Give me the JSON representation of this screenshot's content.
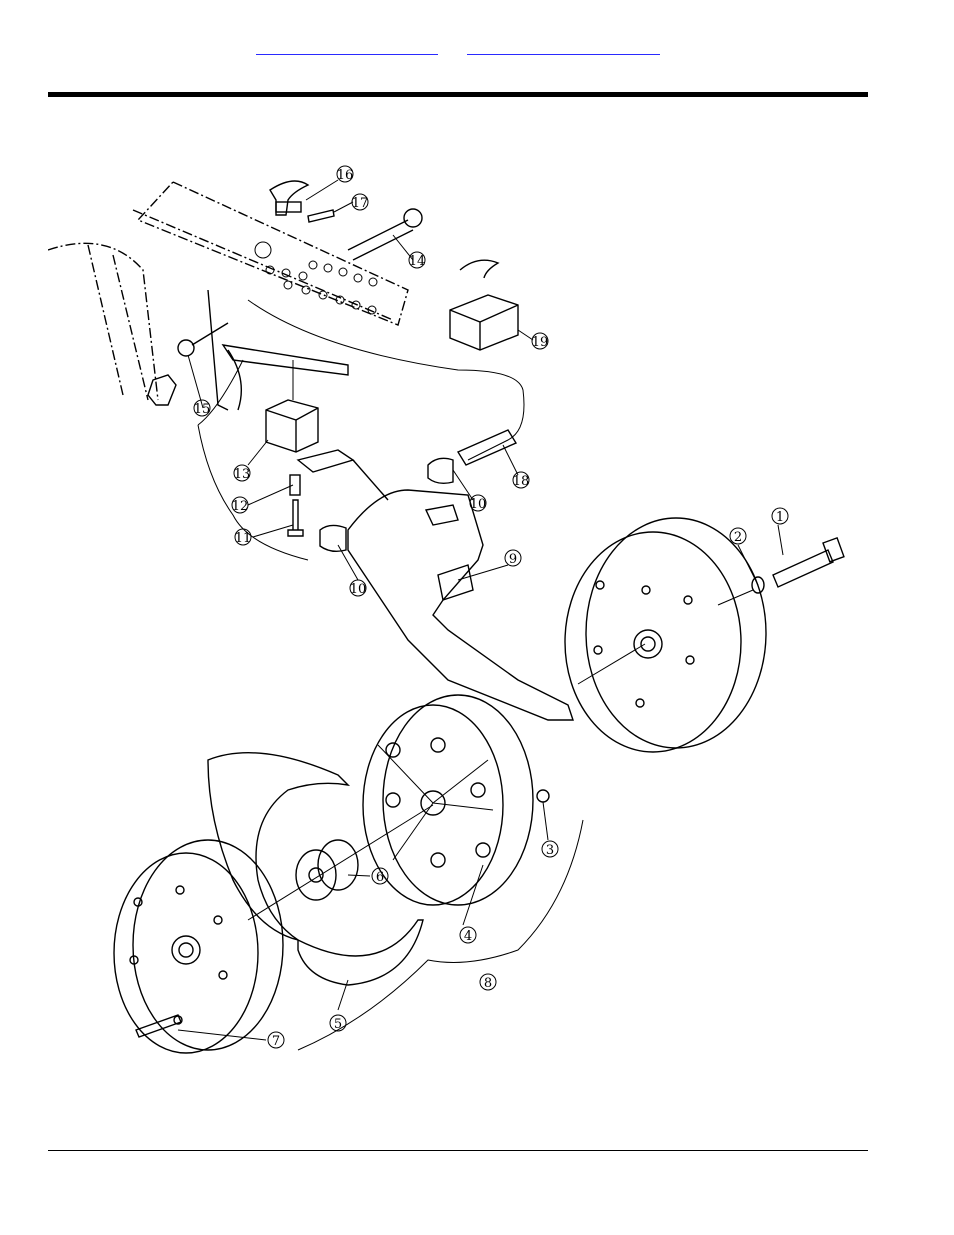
{
  "header": {
    "links": [
      {
        "label": "",
        "name": "toc-link-section"
      },
      {
        "label": "",
        "name": "toc-link-index"
      }
    ]
  },
  "diagram": {
    "callouts": [
      "1",
      "2",
      "3",
      "4",
      "5",
      "6",
      "7",
      "8",
      "9",
      "10",
      "10",
      "11",
      "12",
      "13",
      "14",
      "15",
      "16",
      "17",
      "18",
      "19"
    ]
  },
  "colors": {
    "line": "#000000",
    "link": "#2a2aff"
  }
}
